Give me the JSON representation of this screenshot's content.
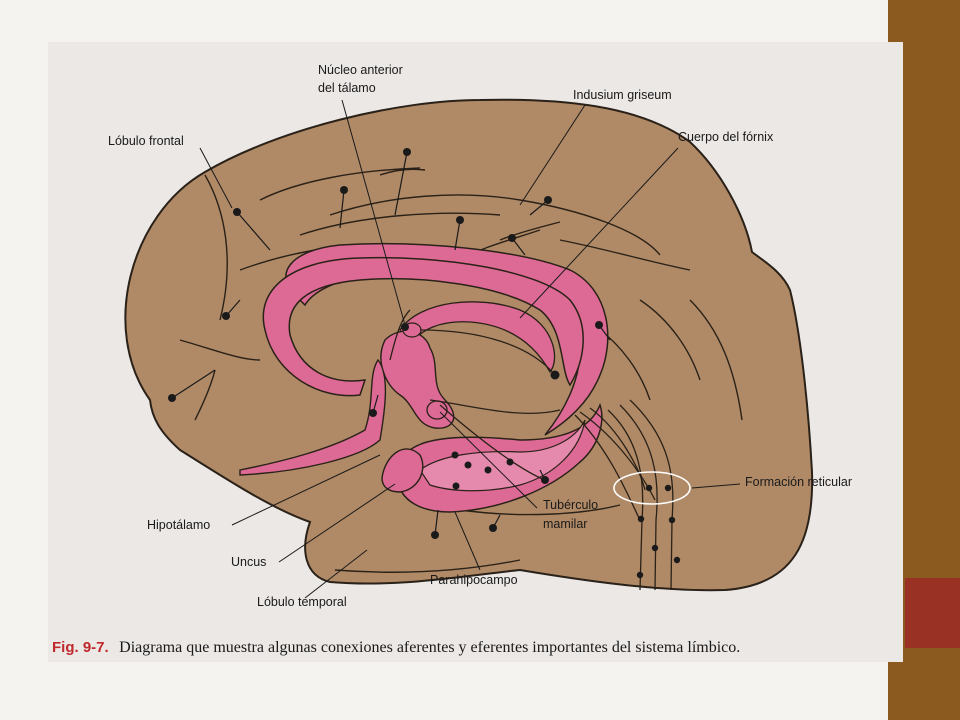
{
  "slide": {
    "colors": {
      "background": "#f4f3ef",
      "side_bar": "#8b5a1e",
      "side_accent": "#993224"
    }
  },
  "figure": {
    "colors": {
      "paper": "#ebe8e6",
      "brain": "#b08a66",
      "limbic": "#dc6a94",
      "outline": "#2a2118"
    },
    "labels": {
      "nucleo_anterior_1": "Núcleo anterior",
      "nucleo_anterior_2": "del tálamo",
      "indusium_griseum": "Indusium griseum",
      "lobulo_frontal": "Lóbulo frontal",
      "cuerpo_fornix": "Cuerpo del fórnix",
      "formacion_reticular": "Formación reticular",
      "hipotalamo": "Hipotálamo",
      "uncus": "Uncus",
      "tuberculo_1": "Tubérculo",
      "tuberculo_2": "mamilar",
      "parahipocampo": "Parahipocampo",
      "lobulo_temporal": "Lóbulo temporal"
    },
    "caption": {
      "number": "Fig. 9-7.",
      "text": "Diagrama que muestra algunas conexiones aferentes y eferentes importantes del sistema límbico."
    }
  }
}
